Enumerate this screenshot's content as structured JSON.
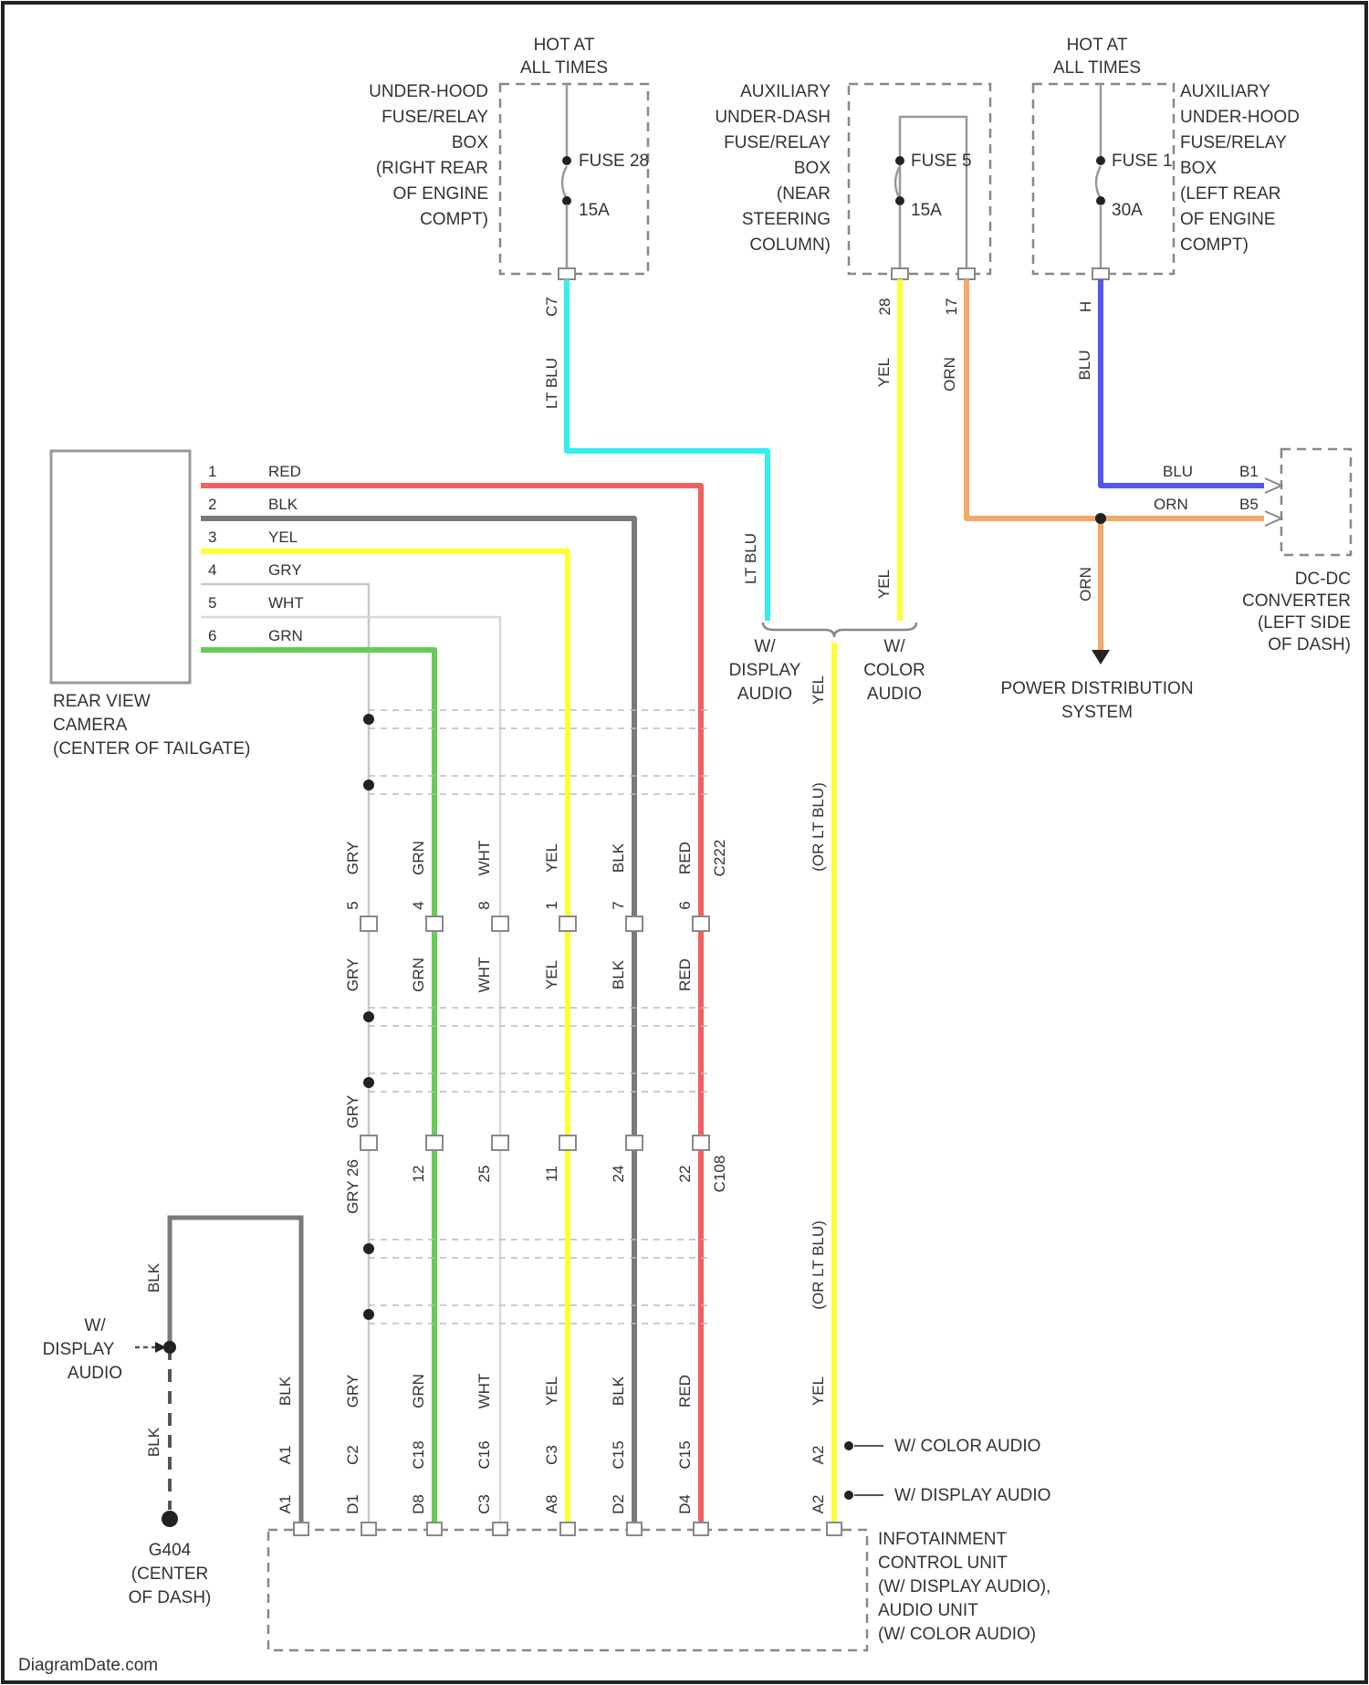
{
  "colors": {
    "red": "#f06060",
    "blk": "#7a7a7a",
    "yel": "#ffff33",
    "gry": "#c8c8c8",
    "wht": "#d8d8d8",
    "grn": "#66cc55",
    "ltblu": "#33eeee",
    "blu": "#5555ee",
    "orn": "#f5a868"
  },
  "fuse_boxes": [
    {
      "hot": [
        "HOT AT",
        "ALL TIMES"
      ],
      "name": [
        "UNDER-HOOD",
        "FUSE/RELAY",
        "BOX",
        "(RIGHT REAR",
        "OF ENGINE",
        "COMPT)"
      ],
      "fuse": "FUSE 28",
      "amp": "15A",
      "pin": "C7"
    },
    {
      "name": [
        "AUXILIARY",
        "UNDER-DASH",
        "FUSE/RELAY",
        "BOX",
        "(NEAR",
        "STEERING",
        "COLUMN)"
      ],
      "fuse": "FUSE 5",
      "amp": "15A",
      "pins": [
        "28",
        "17"
      ]
    },
    {
      "hot": [
        "HOT AT",
        "ALL TIMES"
      ],
      "name": [
        "AUXILIARY",
        "UNDER-HOOD",
        "FUSE/RELAY",
        "BOX",
        "(LEFT REAR",
        "OF ENGINE",
        "COMPT)"
      ],
      "fuse": "FUSE 1",
      "amp": "30A",
      "pin": "H"
    }
  ],
  "wire_labels": {
    "ltblu": "LT BLU",
    "yel": "YEL",
    "orn": "ORN",
    "blu": "BLU",
    "gry": "GRY",
    "or_ltblu": "(OR LT BLU)"
  },
  "camera": {
    "name": [
      "REAR VIEW",
      "CAMERA",
      "(CENTER OF TAILGATE)"
    ],
    "pins": [
      "1",
      "2",
      "3",
      "4",
      "5",
      "6"
    ],
    "wires": [
      "RED",
      "BLK",
      "YEL",
      "GRY",
      "WHT",
      "GRN"
    ]
  },
  "branch": {
    "left": [
      "W/",
      "DISPLAY",
      "AUDIO"
    ],
    "right": [
      "W/",
      "COLOR",
      "AUDIO"
    ]
  },
  "dcdc": {
    "pins": [
      "B1",
      "B5"
    ],
    "wires": [
      "BLU",
      "ORN"
    ],
    "name": [
      "DC-DC",
      "CONVERTER",
      "(LEFT SIDE",
      "OF DASH)"
    ]
  },
  "power_dist": [
    "POWER DISTRIBUTION",
    "SYSTEM"
  ],
  "connector1": {
    "id": "C222",
    "wires": [
      "GRY",
      "GRN",
      "WHT",
      "YEL",
      "BLK",
      "RED"
    ],
    "pins": [
      "5",
      "4",
      "8",
      "1",
      "7",
      "6"
    ],
    "lower": [
      "GRY",
      "GRN",
      "WHT",
      "YEL",
      "BLK",
      "RED"
    ]
  },
  "connector2": {
    "id": "C108",
    "pins": [
      "GRY 26",
      "12",
      "25",
      "11",
      "24",
      "22"
    ]
  },
  "ground": {
    "wire": "BLK",
    "wire2": "BLK",
    "w_display": [
      "W/",
      "DISPLAY",
      "AUDIO"
    ],
    "name": [
      "G404",
      "(CENTER",
      "OF DASH)"
    ]
  },
  "unit_wires": [
    "BLK",
    "GRY",
    "GRN",
    "WHT",
    "YEL",
    "BLK",
    "RED",
    "YEL"
  ],
  "unit_pins_upper": [
    "A1",
    "C2",
    "C18",
    "C16",
    "C3",
    "C15",
    "C15",
    "A2"
  ],
  "unit_pins_lower": [
    "A1",
    "D1",
    "D8",
    "C3",
    "A8",
    "D2",
    "D4",
    "A2"
  ],
  "audio_notes": [
    "W/ COLOR AUDIO",
    "W/ DISPLAY AUDIO"
  ],
  "unit": {
    "name": [
      "INFOTAINMENT",
      "CONTROL UNIT",
      "(W/ DISPLAY AUDIO),",
      "AUDIO UNIT",
      "(W/ COLOR AUDIO)"
    ]
  },
  "watermark": "DiagramDate.com"
}
